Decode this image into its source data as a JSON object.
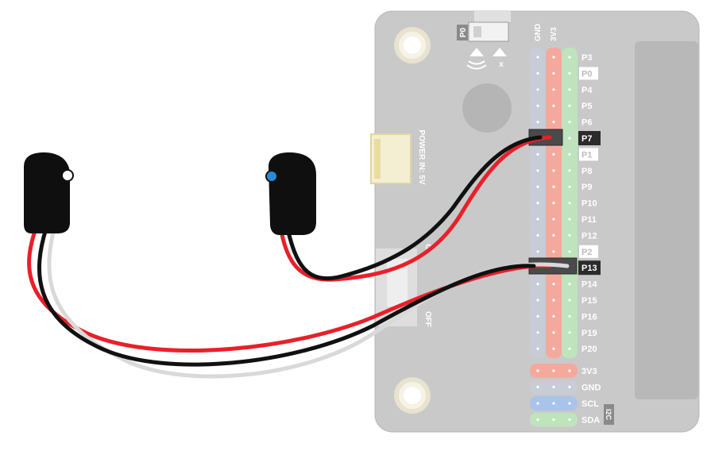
{
  "board": {
    "top_labels": {
      "gnd": "GND",
      "v33": "3V3"
    },
    "buzzer_label": "P0",
    "power_label": "POWER IN: 5V",
    "switch_on": "O",
    "switch_off": "OFF",
    "i2c_label": "I2C",
    "buzzer_icons": [
      "sound-waves-icon",
      "mute-x-icon"
    ],
    "mute_mark": "x"
  },
  "pins": [
    {
      "label": "P3",
      "style": "plain"
    },
    {
      "label": "P0",
      "style": "outlined"
    },
    {
      "label": "P4",
      "style": "plain"
    },
    {
      "label": "P5",
      "style": "plain"
    },
    {
      "label": "P6",
      "style": "plain"
    },
    {
      "label": "P7",
      "style": "highlight"
    },
    {
      "label": "P1",
      "style": "outlined"
    },
    {
      "label": "P8",
      "style": "plain"
    },
    {
      "label": "P9",
      "style": "plain"
    },
    {
      "label": "P10",
      "style": "plain"
    },
    {
      "label": "P11",
      "style": "plain"
    },
    {
      "label": "P12",
      "style": "plain"
    },
    {
      "label": "P2",
      "style": "outlined"
    },
    {
      "label": "P13",
      "style": "highlight"
    },
    {
      "label": "P14",
      "style": "plain"
    },
    {
      "label": "P15",
      "style": "plain"
    },
    {
      "label": "P16",
      "style": "plain"
    },
    {
      "label": "P19",
      "style": "plain"
    },
    {
      "label": "P20",
      "style": "plain"
    }
  ],
  "bottom_rows": [
    {
      "label": "3V3",
      "color": "#f4a99c"
    },
    {
      "label": "GND",
      "color": "#c8ccd6"
    },
    {
      "label": "SCL",
      "color": "#a9c3ea"
    },
    {
      "label": "SDA",
      "color": "#bfe3bd"
    }
  ],
  "colors": {
    "board": "#c9c9c9",
    "board_border": "#b3b3b3",
    "gnd_column": "#c8ccd6",
    "v33_column": "#f4a99c",
    "signal_column": "#bfe3bd",
    "wire_red": "#e8202a",
    "wire_black": "#111111",
    "wire_white": "#d9d9d9",
    "sensor_body": "#0f0f0f",
    "led_white": "#ffffff",
    "led_blue": "#2a8ad4"
  },
  "components": [
    {
      "name": "left-sensor",
      "led_color": "white",
      "connected_pin": "P13"
    },
    {
      "name": "right-sensor",
      "led_color": "blue",
      "connected_pin": "P7"
    }
  ]
}
